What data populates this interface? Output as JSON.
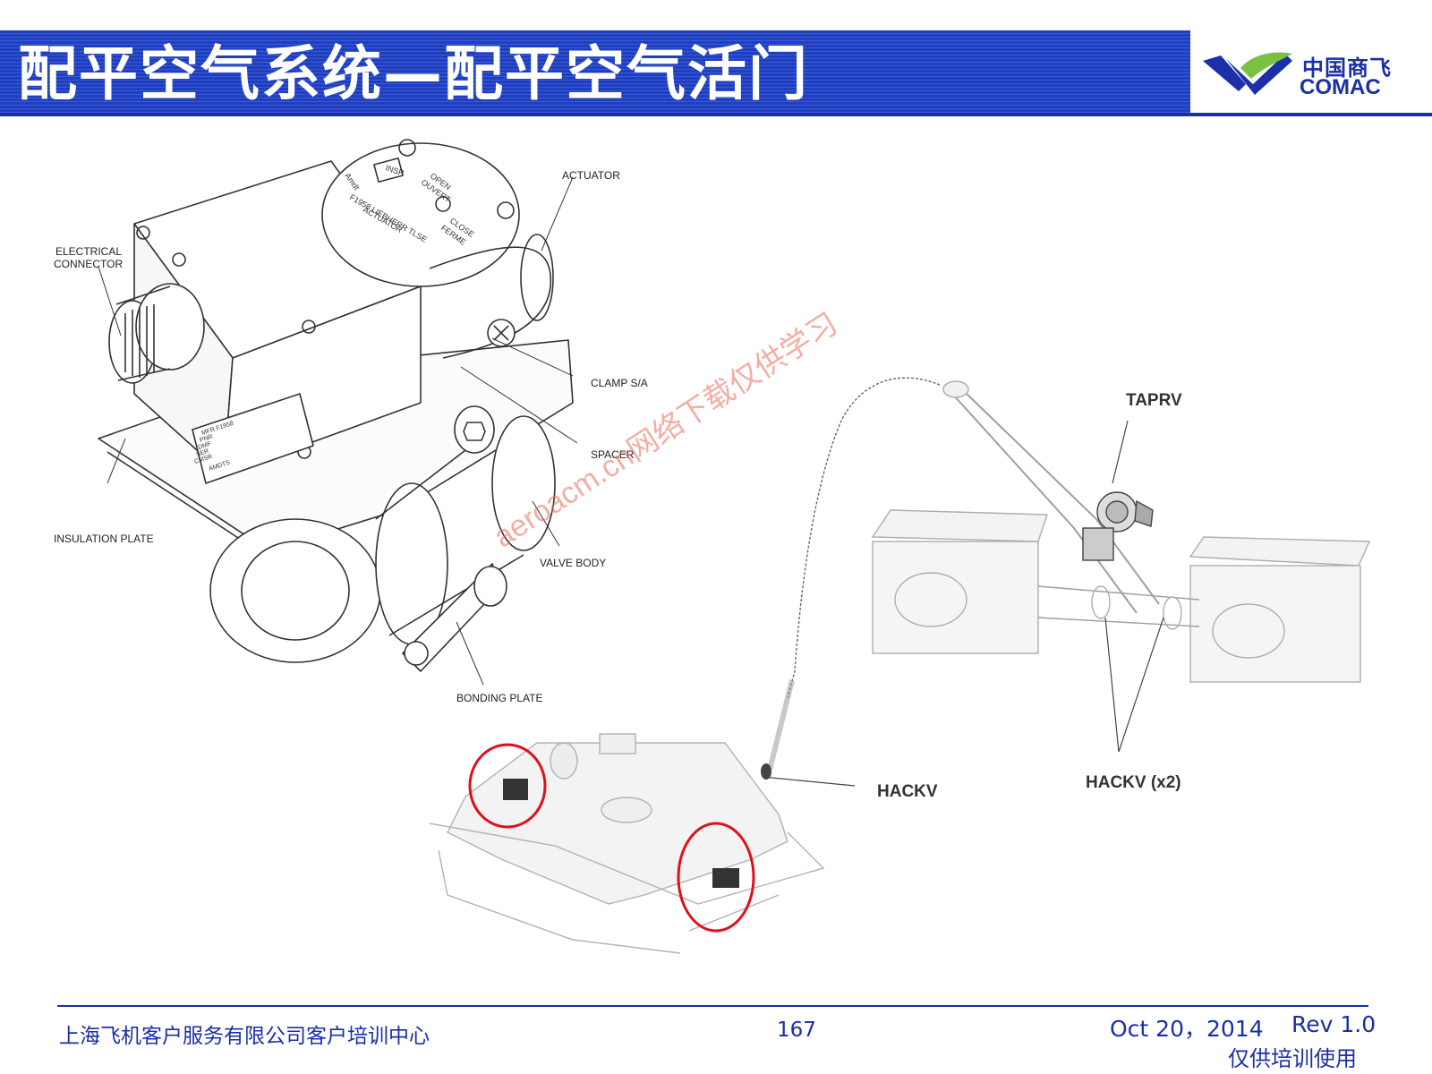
{
  "header": {
    "title": "配平空气系统—配平空气活门",
    "logo": {
      "chinese": "中国商飞",
      "english": "COMAC",
      "brand_color": "#1a2fa8",
      "accent_color": "#7ac143"
    }
  },
  "actuator_diagram": {
    "labels": {
      "actuator": "ACTUATOR",
      "electrical_connector_line1": "ELECTRICAL",
      "electrical_connector_line2": "CONNECTOR",
      "clamp": "CLAMP S/A",
      "spacer": "SPACER",
      "insulation_plate": "INSULATION PLATE",
      "valve_body": "VALVE BODY",
      "bonding_plate": "BONDING PLATE"
    },
    "cover_text": {
      "insp": "INSP",
      "open": "OPEN",
      "ouvert": "OUVERT",
      "close": "CLOSE",
      "ferme": "FERME",
      "part": "F1958 LIEBHERR TLSE",
      "actuator": "ACTUATOR",
      "amdt": "Amdt"
    },
    "nameplate_text": {
      "mfr": "MFR F1958",
      "pnr": "PNR",
      "dmf": "DMF",
      "ser": "SER",
      "cmsr": "CMSR",
      "amdts": "AMDTS"
    }
  },
  "system_diagram": {
    "labels": {
      "taprv": "TAPRV",
      "hackv": "HACKV",
      "hackv_x2": "HACKV (x2)"
    },
    "highlight_color": "#e0101a"
  },
  "watermark": "aeroacm.cn网络下载仅供学习",
  "footer": {
    "company": "上海飞机客户服务有限公司客户培训中心",
    "page_number": "167",
    "date": "Oct 20，2014",
    "revision": "Rev 1.0",
    "note": "仅供培训使用"
  }
}
